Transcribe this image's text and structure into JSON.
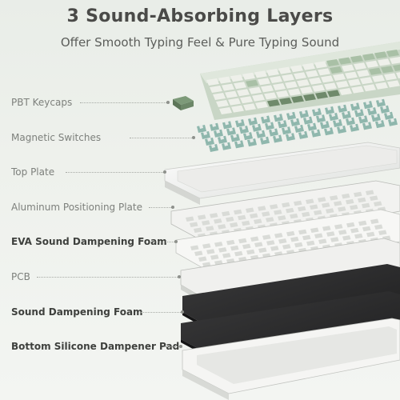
{
  "heading": {
    "title": "3 Sound-Absorbing Layers",
    "subtitle": "Offer Smooth Typing Feel & Pure Typing Sound"
  },
  "layers": [
    {
      "label": "PBT Keycaps",
      "emphasis": false
    },
    {
      "label": "Magnetic Switches",
      "emphasis": false
    },
    {
      "label": "Top Plate",
      "emphasis": false
    },
    {
      "label": "Aluminum  Positioning Plate",
      "emphasis": false
    },
    {
      "label": "EVA Sound Dampening Foam",
      "emphasis": true
    },
    {
      "label": "PCB",
      "emphasis": false
    },
    {
      "label": "Sound Dampening Foam",
      "emphasis": true
    },
    {
      "label": "Bottom Silicone Dampener Pad",
      "emphasis": true
    }
  ],
  "colors": {
    "background": "#eef1ec",
    "keycap_green": "#a9c0a6",
    "keycap_white": "#eef0ea",
    "keycap_dark_green": "#6f8a6b",
    "switch_teal": "#8fb7ad",
    "plate_white": "#f4f4f2",
    "foam_black": "#2f2f30",
    "label_text": "#7d807c",
    "bold_label_text": "#3e403d"
  }
}
